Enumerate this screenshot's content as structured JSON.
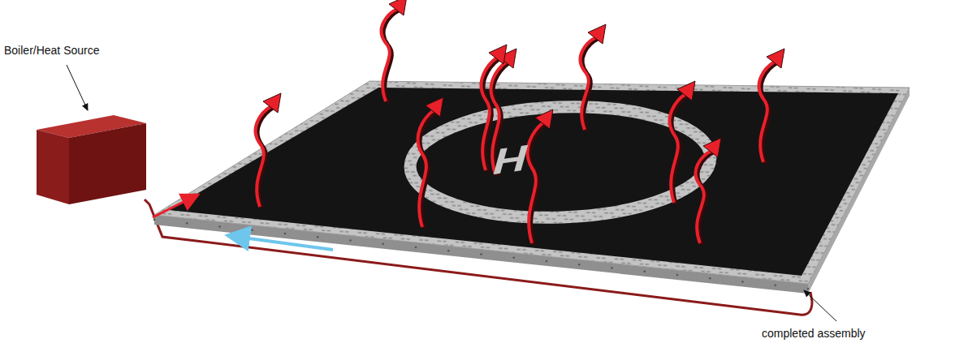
{
  "diagram": {
    "labels": [
      "Boiler/Heat Source",
      "H",
      "completed assembly"
    ]
  }
}
